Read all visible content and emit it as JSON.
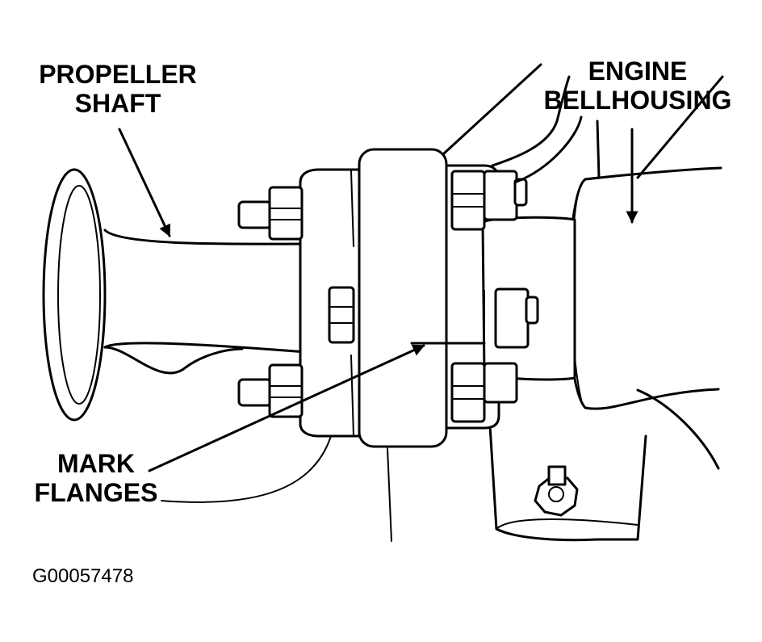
{
  "labels": {
    "propeller_shaft": [
      "PROPELLER",
      "SHAFT"
    ],
    "engine_bellhousing": [
      "ENGINE",
      "BELLHOUSING"
    ],
    "mark_flanges": [
      "MARK",
      "FLANGES"
    ]
  },
  "figure_id": "G00057478"
}
